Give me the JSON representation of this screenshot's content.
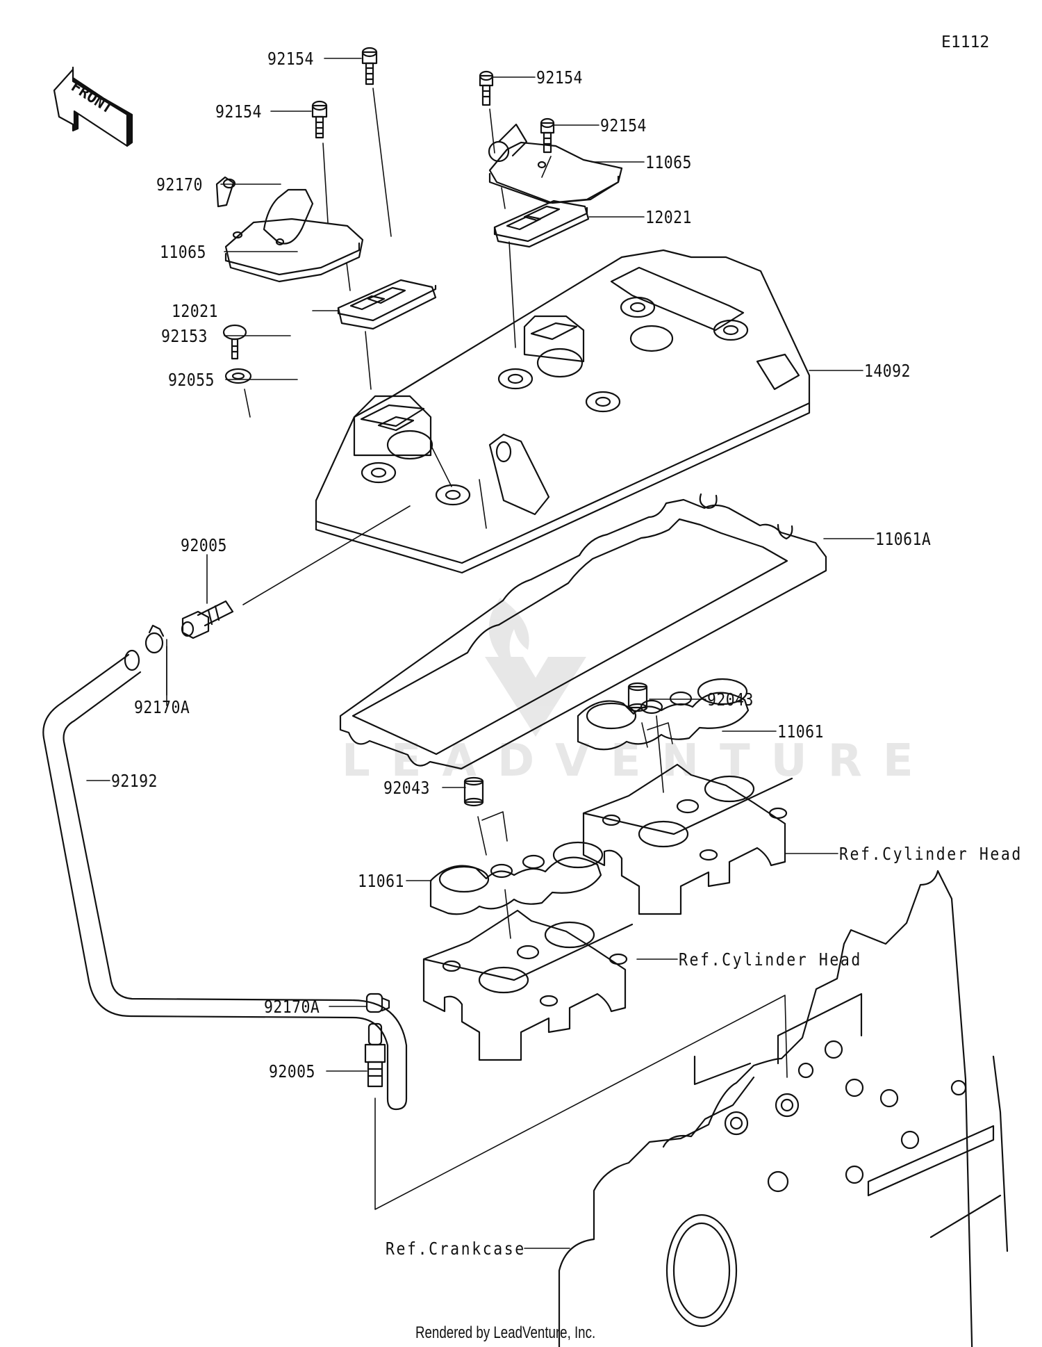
{
  "diagram": {
    "code": "E1112",
    "front_indicator": "FRONT",
    "watermark": "LEADVENTURE",
    "footer": "Rendered by LeadVenture, Inc."
  },
  "callouts": [
    {
      "id": "bolt-top-left-upper",
      "part": "92154"
    },
    {
      "id": "bolt-top-left-lower",
      "part": "92154"
    },
    {
      "id": "bolt-top-right-upper",
      "part": "92154"
    },
    {
      "id": "bolt-top-right-lower",
      "part": "92154"
    },
    {
      "id": "clamp-left",
      "part": "92170"
    },
    {
      "id": "cover-left",
      "part": "11065"
    },
    {
      "id": "cover-right",
      "part": "11065"
    },
    {
      "id": "reed-left",
      "part": "12021"
    },
    {
      "id": "reed-right",
      "part": "12021"
    },
    {
      "id": "bolt-washer",
      "part": "92153"
    },
    {
      "id": "grommet",
      "part": "92055"
    },
    {
      "id": "head-cover",
      "part": "14092"
    },
    {
      "id": "nipple-upper",
      "part": "92005"
    },
    {
      "id": "hose-clamp-upper",
      "part": "92170A"
    },
    {
      "id": "cover-gasket",
      "part": "11061A"
    },
    {
      "id": "dowel-right",
      "part": "92043"
    },
    {
      "id": "plug-gasket-right",
      "part": "11061"
    },
    {
      "id": "dowel-left",
      "part": "92043"
    },
    {
      "id": "breather-hose",
      "part": "92192"
    },
    {
      "id": "plug-gasket-left",
      "part": "11061"
    },
    {
      "id": "hose-clamp-lower",
      "part": "92170A"
    },
    {
      "id": "nipple-lower",
      "part": "92005"
    }
  ],
  "references": [
    {
      "id": "ref-cylinder-head-right",
      "text": "Ref.Cylinder Head"
    },
    {
      "id": "ref-cylinder-head-left",
      "text": "Ref.Cylinder Head"
    },
    {
      "id": "ref-crankcase",
      "text": "Ref.Crankcase"
    }
  ]
}
